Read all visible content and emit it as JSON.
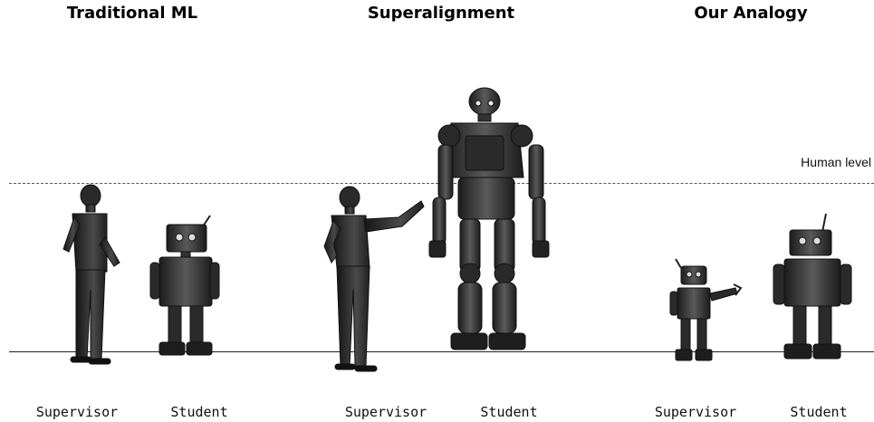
{
  "titles": {
    "traditional": "Traditional ML",
    "superalignment": "Superalignment",
    "analogy": "Our Analogy"
  },
  "reference_line_label": "Human level",
  "captions": {
    "traditional_supervisor": "Supervisor",
    "traditional_student": "Student",
    "superalignment_supervisor": "Supervisor",
    "superalignment_student": "Student",
    "analogy_supervisor": "Supervisor",
    "analogy_student": "Student"
  },
  "colors": {
    "ink": "#1a1a1a",
    "shade": "#3a3a3a",
    "light": "#6a6a6a"
  }
}
